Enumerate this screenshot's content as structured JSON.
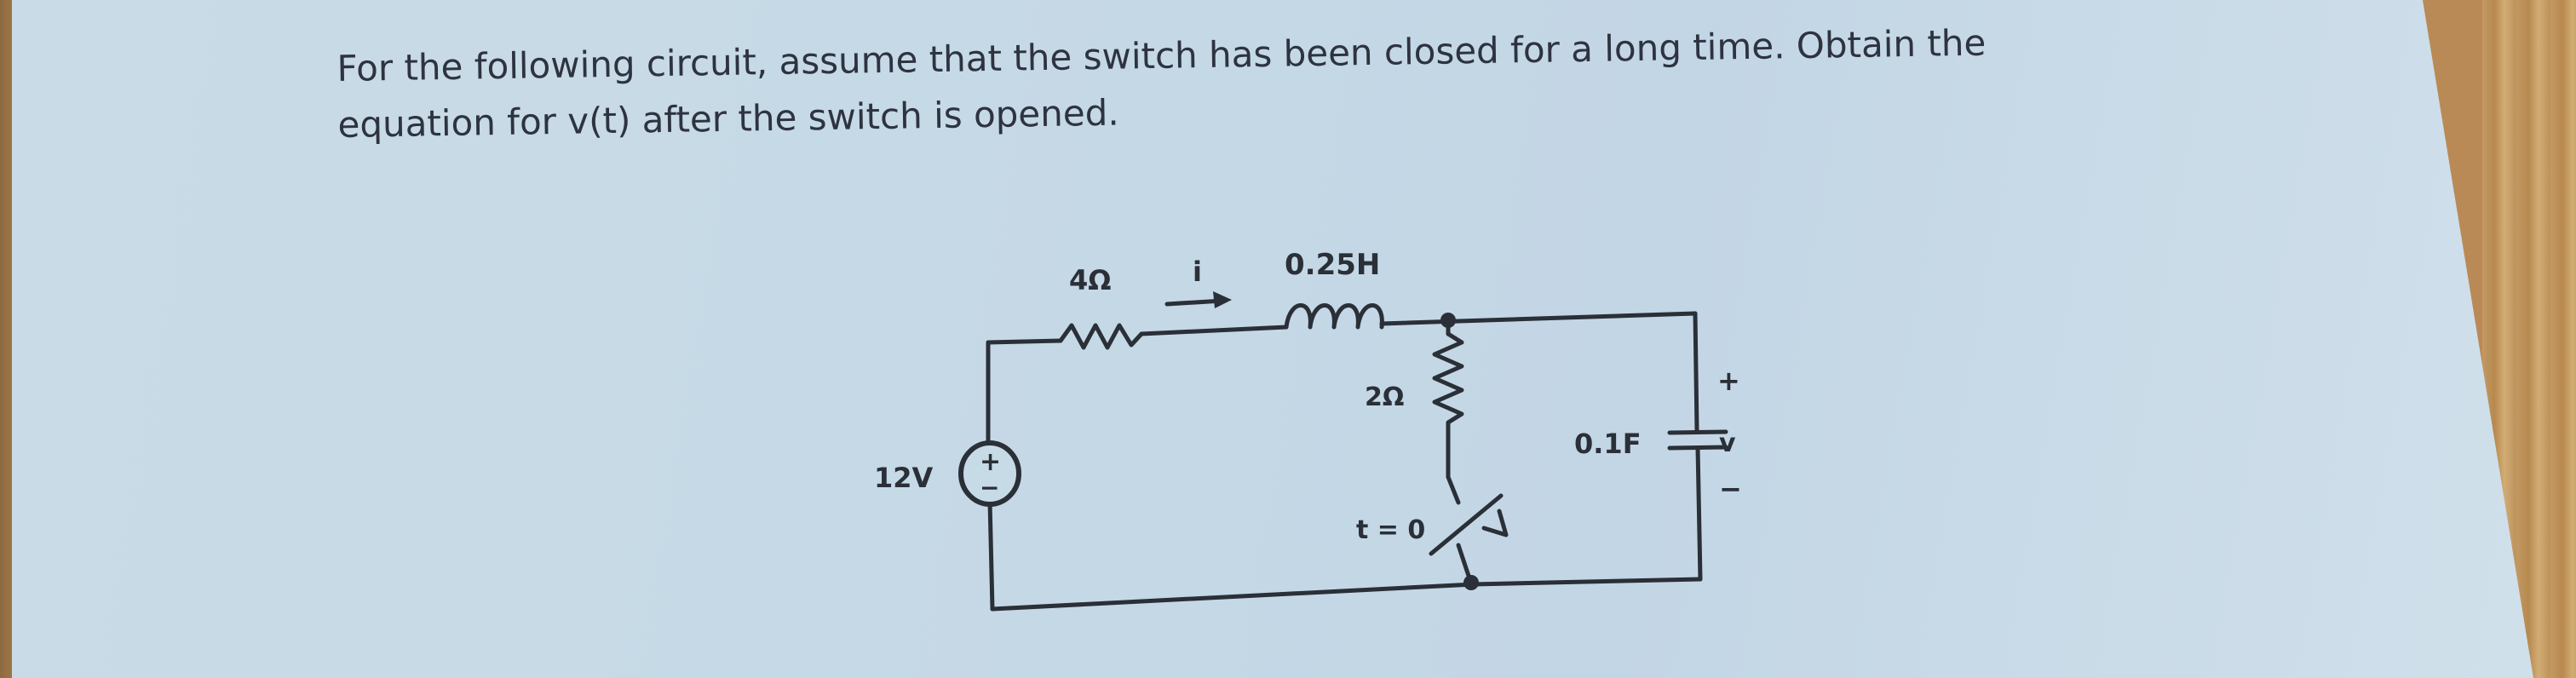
{
  "question": {
    "line1": "For the following circuit, assume that the switch has been closed for a long time.  Obtain the",
    "line2": "equation for v(t) after the switch is opened."
  },
  "circuit": {
    "source_label": "12V",
    "source_plus": "+",
    "source_minus": "−",
    "resistor1_label": "4Ω",
    "current_label": "i",
    "inductor_label": "0.25H",
    "resistor2_label": "2Ω",
    "capacitor_label": "0.1F",
    "switch_label": "t = 0",
    "v_plus": "+",
    "v_label": "v",
    "v_minus": "−"
  },
  "colors": {
    "ink": "#2a2f38",
    "paper": "#c6d9e6",
    "source_ring": "#2a2f38"
  }
}
